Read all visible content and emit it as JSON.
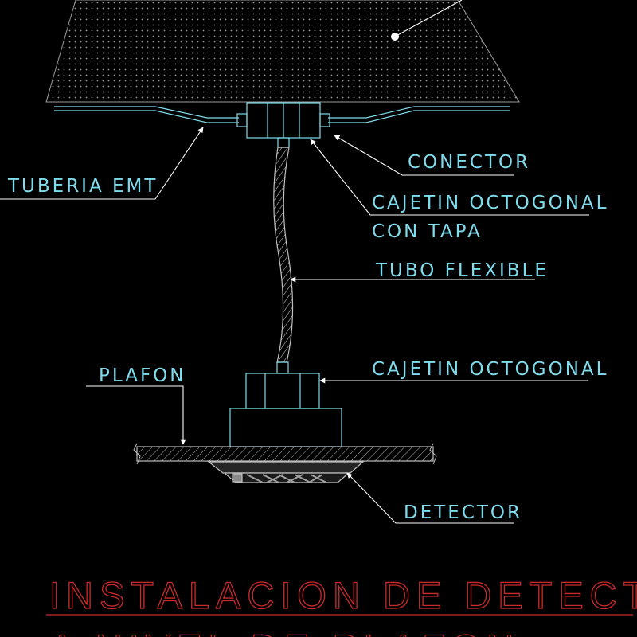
{
  "labels": {
    "conector": "CONECTOR",
    "cajetin_tapa_1": "CAJETIN OCTOGONAL",
    "cajetin_tapa_2": "CON TAPA",
    "tuberia": "TUBERIA EMT",
    "tubo_flexible": "TUBO FLEXIBLE",
    "plafon": "PLAFON",
    "cajetin": "CAJETIN OCTOGONAL",
    "detector": "DETECTOR"
  },
  "title": {
    "line1": "INSTALACION DE DETECTOR",
    "line2": "A NIVEL DE PLAFON"
  },
  "colors": {
    "background": "#000000",
    "linework": "#7fdcec",
    "leader": "#ffffff",
    "hatch": "#b8b8b8",
    "title": "#cc2a2a"
  }
}
